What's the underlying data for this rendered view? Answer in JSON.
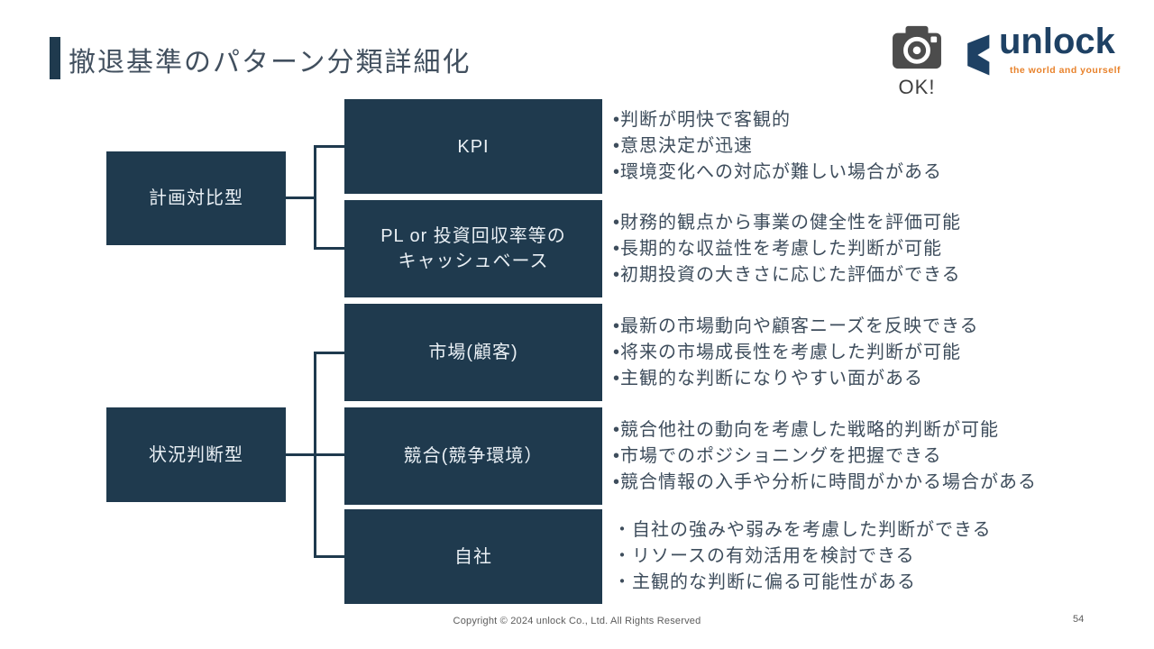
{
  "slide": {
    "title": "撤退基準のパターン分類詳細化",
    "footer": "Copyright © 2024 unlock Co., Ltd. All Rights Reserved",
    "page_number": "54"
  },
  "branding": {
    "camera_caption": "OK!",
    "logo_text": "unlock",
    "logo_tagline": "the world and yourself"
  },
  "colors": {
    "box_fill": "#1F3A4E",
    "box_text": "#EAF0F5",
    "connector": "#1F3A4E",
    "title_text": "#42505F",
    "bullet_text": "#3E4D5C",
    "brand_navy": "#1E4164",
    "brand_orange": "#E8822B",
    "camera_gray": "#4C4C4C"
  },
  "diagram": {
    "groups": [
      {
        "parent_label": "計画対比型",
        "children": [
          {
            "label": "KPI",
            "bullets": [
              "•判断が明快で客観的",
              "•意思決定が迅速",
              "•環境変化への対応が難しい場合がある"
            ]
          },
          {
            "label": "PL or 投資回収率等の\nキャッシュベース",
            "bullets": [
              "•財務的観点から事業の健全性を評価可能",
              "•長期的な収益性を考慮した判断が可能",
              "•初期投資の大きさに応じた評価ができる"
            ]
          }
        ]
      },
      {
        "parent_label": "状況判断型",
        "children": [
          {
            "label": "市場(顧客)",
            "bullets": [
              "•最新の市場動向や顧客ニーズを反映できる",
              "•将来の市場成長性を考慮した判断が可能",
              "•主観的な判断になりやすい面がある"
            ]
          },
          {
            "label": "競合(競争環境）",
            "bullets": [
              "•競合他社の動向を考慮した戦略的判断が可能",
              "•市場でのポジショニングを把握できる",
              "•競合情報の入手や分析に時間がかかる場合がある"
            ]
          },
          {
            "label": "自社",
            "bullets": [
              "・自社の強みや弱みを考慮した判断ができる",
              "・リソースの有効活用を検討できる",
              "・主観的な判断に偏る可能性がある"
            ]
          }
        ]
      }
    ]
  }
}
